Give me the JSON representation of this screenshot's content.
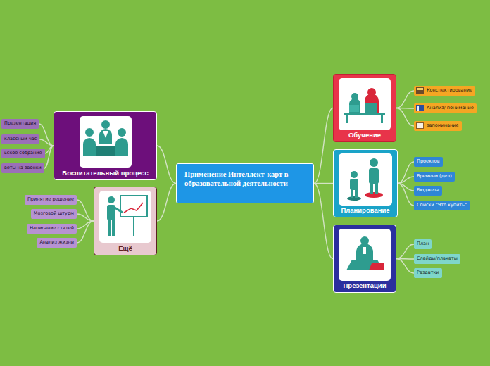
{
  "diagram": {
    "nodes": [
      {
        "text": [
          "Применение Интеллект-карт в образовательной деятельности"
        ]
      },
      {
        "text": [
          "Обучение"
        ]
      },
      {
        "text": [
          "Конспектирование"
        ]
      },
      {
        "text": [
          "Анализ/ понимание"
        ]
      },
      {
        "text": [
          "запоминание"
        ]
      },
      {
        "text": [
          "Планирование"
        ]
      },
      {
        "text": [
          "Проектов"
        ]
      },
      {
        "text": [
          "Времени (дел)"
        ]
      },
      {
        "text": [
          "Бюджета"
        ]
      },
      {
        "text": [
          "Списки \"Что купить\""
        ]
      },
      {
        "text": [
          "Презентации"
        ]
      },
      {
        "text": [
          "План"
        ]
      },
      {
        "text": [
          "Слайды/плакаты"
        ]
      },
      {
        "text": [
          "Раздатки"
        ]
      },
      {
        "text": [
          "Воспитательный процесс"
        ]
      },
      {
        "text": [
          "Презентация"
        ]
      },
      {
        "text": [
          "классный час"
        ]
      },
      {
        "text": [
          "ьское собрание"
        ]
      },
      {
        "text": [
          "веты на звонки"
        ]
      },
      {
        "text": [
          "Ещё"
        ]
      },
      {
        "text": [
          "Принятие решение"
        ]
      },
      {
        "text": [
          "Мозговой штурм"
        ]
      },
      {
        "text": [
          "Написание статей"
        ]
      },
      {
        "text": [
          "Анализ жизни"
        ]
      }
    ],
    "edges": [
      {
        "from": 0,
        "to": 1,
        "arrow": "none"
      },
      {
        "from": 1,
        "to": 2,
        "arrow": "none"
      },
      {
        "from": 1,
        "to": 3,
        "arrow": "none"
      },
      {
        "from": 1,
        "to": 4,
        "arrow": "none"
      },
      {
        "from": 0,
        "to": 5,
        "arrow": "none"
      },
      {
        "from": 5,
        "to": 6,
        "arrow": "none"
      },
      {
        "from": 5,
        "to": 7,
        "arrow": "none"
      },
      {
        "from": 5,
        "to": 8,
        "arrow": "none"
      },
      {
        "from": 5,
        "to": 9,
        "arrow": "none"
      },
      {
        "from": 0,
        "to": 10,
        "arrow": "none"
      },
      {
        "from": 10,
        "to": 11,
        "arrow": "none"
      },
      {
        "from": 10,
        "to": 12,
        "arrow": "none"
      },
      {
        "from": 10,
        "to": 13,
        "arrow": "none"
      },
      {
        "from": 0,
        "to": 14,
        "arrow": "none"
      },
      {
        "from": 14,
        "to": 15,
        "arrow": "none"
      },
      {
        "from": 14,
        "to": 16,
        "arrow": "none"
      },
      {
        "from": 14,
        "to": 17,
        "arrow": "none"
      },
      {
        "from": 14,
        "to": 18,
        "arrow": "none"
      },
      {
        "from": 0,
        "to": 19,
        "arrow": "none"
      },
      {
        "from": 19,
        "to": 20,
        "arrow": "none"
      },
      {
        "from": 19,
        "to": 21,
        "arrow": "none"
      },
      {
        "from": 19,
        "to": 22,
        "arrow": "none"
      },
      {
        "from": 19,
        "to": 23,
        "arrow": "none"
      }
    ]
  }
}
